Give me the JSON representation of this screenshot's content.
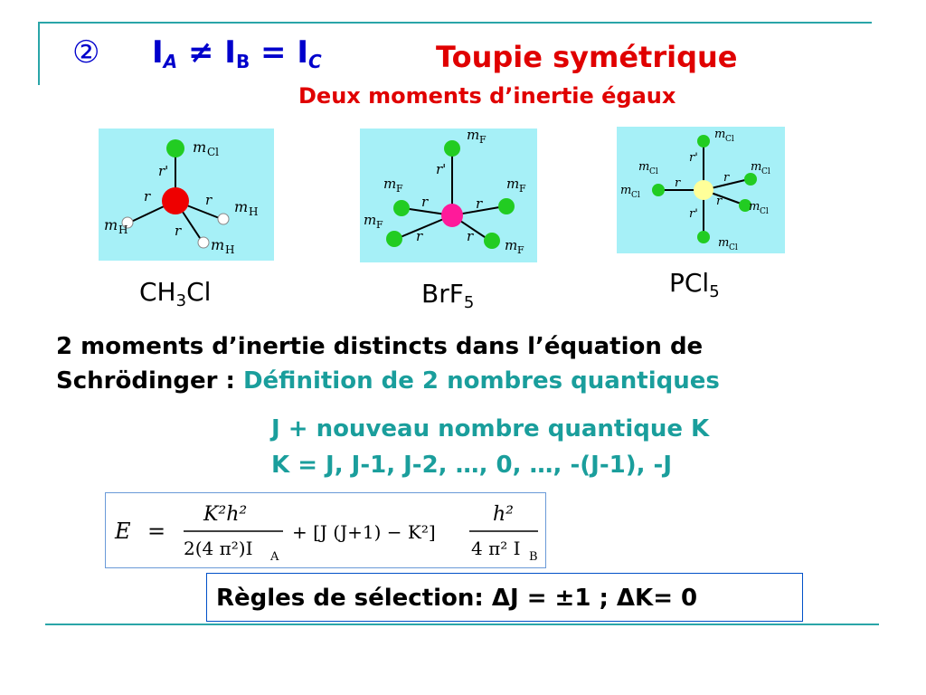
{
  "header": {
    "number_symbol": "②",
    "relation_text": "I",
    "relation_parts": [
      "I",
      "A",
      " ≠ I",
      "B",
      " = I",
      "C"
    ],
    "title": "Toupie symétrique",
    "subtitle": "Deux moments d’inertie égaux"
  },
  "molecules": [
    {
      "name_main": "CH",
      "name_sub": "3",
      "name_tail": "Cl",
      "labels": {
        "top": "m",
        "top_sub": "Cl",
        "r_prime": "r'",
        "r": "r",
        "h1": "m",
        "h1_sub": "H",
        "h2": "m",
        "h2_sub": "H",
        "h3": "m",
        "h3_sub": "H"
      }
    },
    {
      "name_main": "BrF",
      "name_sub": "5",
      "name_tail": "",
      "labels": {
        "m": "m",
        "F": "F",
        "r_prime": "r'",
        "r": "r"
      }
    },
    {
      "name_main": "PCl",
      "name_sub": "5",
      "name_tail": "",
      "labels": {
        "m": "m",
        "Cl": "Cl",
        "r_prime": "r'",
        "r": "r"
      }
    }
  ],
  "body": {
    "line1": "2 moments d’inertie distincts dans l’équation de",
    "line2_black": "Schrödinger",
    "line2_colon": " : ",
    "line2_teal": "Définition de 2 nombres quantiques",
    "quantum_line1": "J + nouveau nombre quantique K",
    "quantum_line2": "K = J, J-1, J-2, …, 0, …, -(J-1), -J"
  },
  "equation": {
    "lhs": "E",
    "eq": "=",
    "frac1_num": "K²h²",
    "frac1_den": "2(4 π²)I",
    "frac1_den_sub": "A",
    "middle": "+ [J (J+1) − K²]",
    "frac2_num": "h²",
    "frac2_den": "4 π² I",
    "frac2_den_sub": "B"
  },
  "rules": {
    "text": "Règles de sélection: ΔJ = ±1 ; ΔK= 0"
  },
  "colors": {
    "accent_teal": "#2aa5a8",
    "title_blue": "#0000cc",
    "title_red": "#e00000",
    "molecule_bg": "#a6f0f7",
    "atom_green": "#22cc22",
    "atom_red": "#ee0000",
    "atom_magenta": "#ff1a9a",
    "atom_yellow": "#ffff99"
  }
}
